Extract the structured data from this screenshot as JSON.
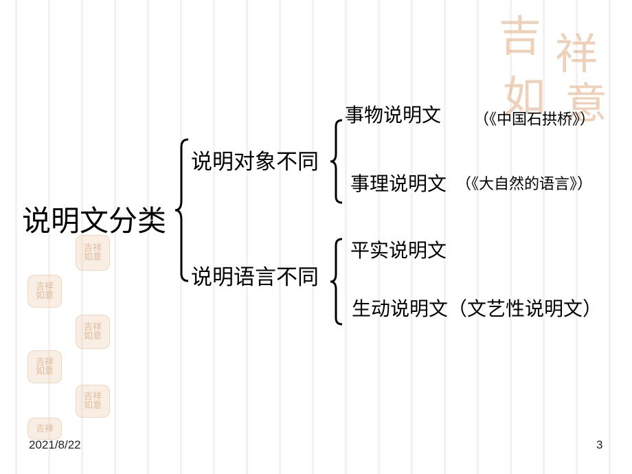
{
  "root": {
    "label": "说明文分类"
  },
  "branches": [
    {
      "label": "说明对象不同",
      "leaves": [
        {
          "label": "事物说明文",
          "example": "（《中国石拱桥》）"
        },
        {
          "label": "事理说明文",
          "example": "（《大自然的语言》）"
        }
      ]
    },
    {
      "label": "说明语言不同",
      "leaves": [
        {
          "label": "平实说明文",
          "example": ""
        },
        {
          "label": "生动说明文（文艺性说明文）",
          "example": ""
        }
      ]
    }
  ],
  "seal_text": [
    "吉",
    "祥",
    "如",
    "意"
  ],
  "footer": {
    "date": "2021/8/22",
    "page_number": "3"
  }
}
